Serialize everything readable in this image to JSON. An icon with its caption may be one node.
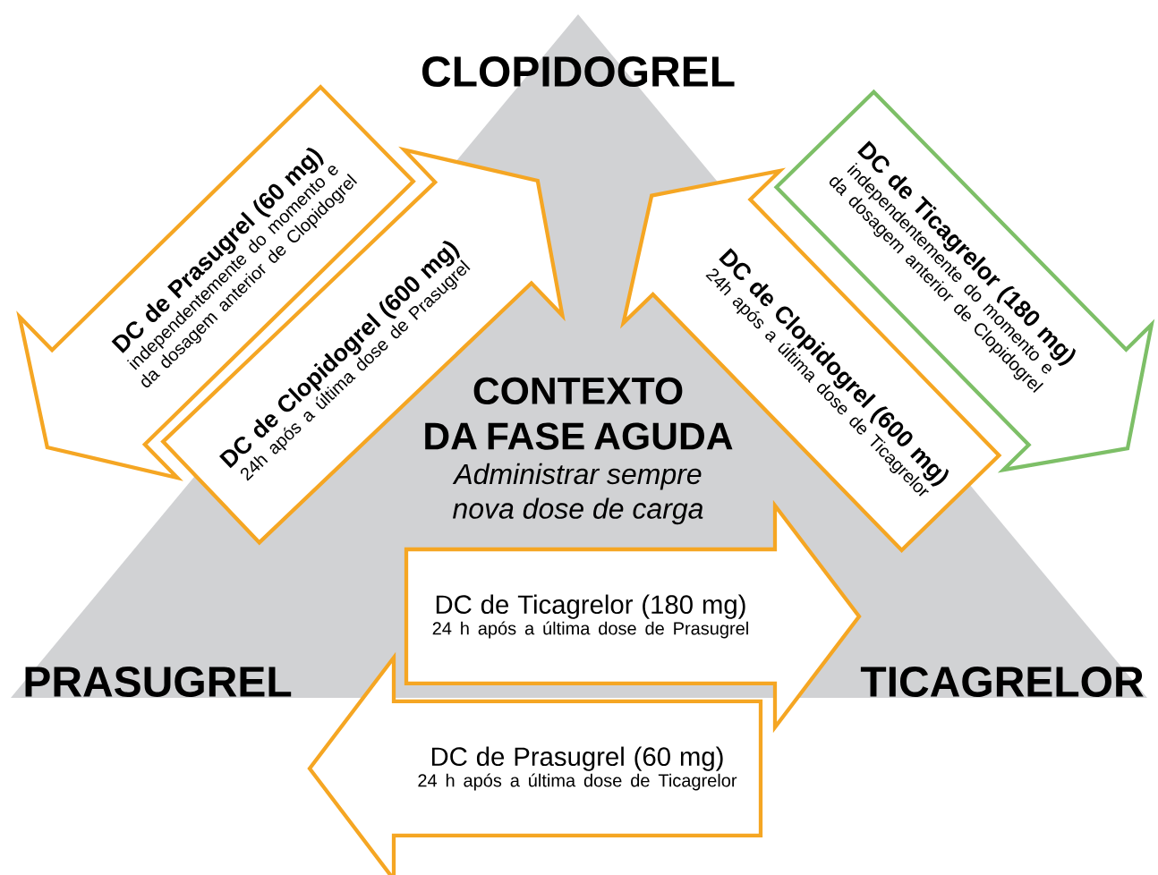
{
  "diagram": {
    "nodes": [
      {
        "text": [
          "CLOPIDOGREL"
        ]
      },
      {
        "text": [
          "DC de Prasugrel (60 mg)",
          "independentemente do momento e da dosagem anterior de Clopidogrel"
        ]
      },
      {
        "text": [
          "DC de Clopidogrel (600 mg)",
          "24h após a última dose de Prasugrel"
        ]
      },
      {
        "text": [
          "DC de Clopidogrel (600 mg)",
          "24h após a última dose de Ticagrelor"
        ]
      },
      {
        "text": [
          "DC de Ticagrelor (180 mg)",
          "independentemente do momento e da dosagem anterior de Clopidogrel"
        ]
      },
      {
        "text": [
          "CONTEXTO DA FASE AGUDA",
          "Administrar sempre nova dose de carga"
        ]
      },
      {
        "text": [
          "DC de Ticagrelor (180 mg)",
          "24 h após a última dose de Prasugrel"
        ]
      },
      {
        "text": [
          "PRASUGREL"
        ]
      },
      {
        "text": [
          "TICAGRELOR"
        ]
      },
      {
        "text": [
          "DC de Prasugrel (60 mg)",
          "24 h após a última dose de Ticagrelor"
        ]
      }
    ]
  }
}
